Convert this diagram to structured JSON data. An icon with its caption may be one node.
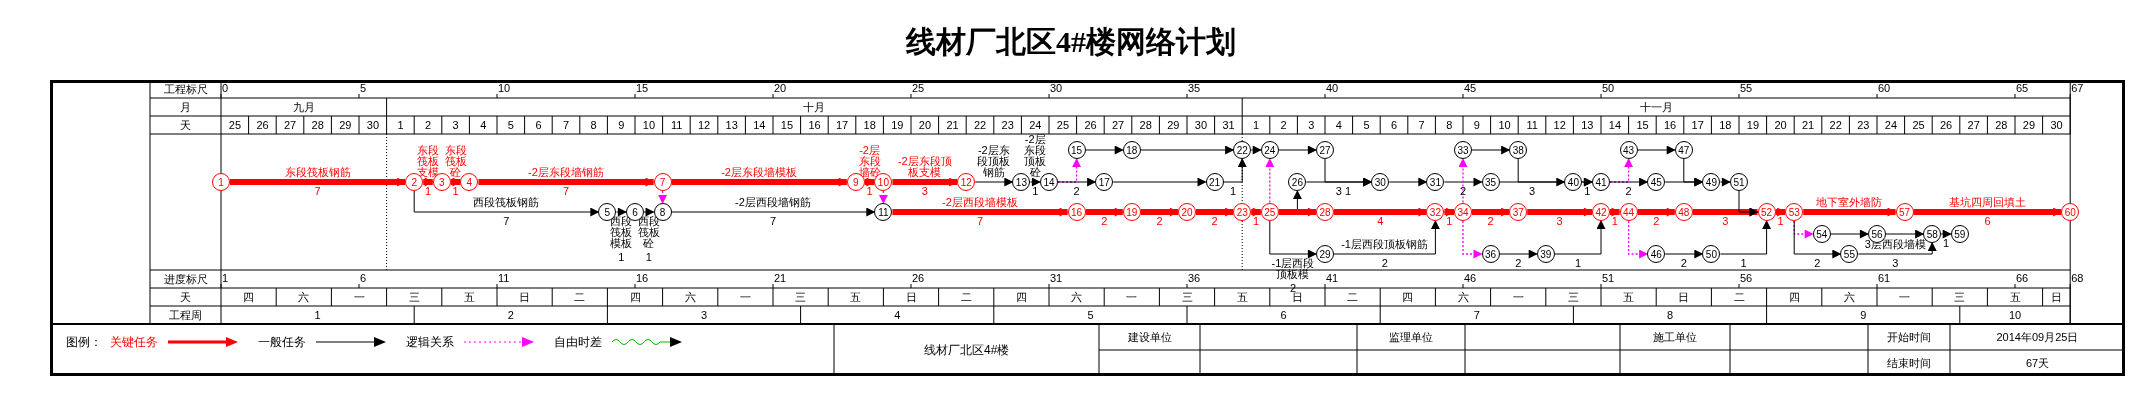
{
  "diagram": {
    "title": "线材厂北区4#楼网络计划",
    "nodes": [
      {
        "text": [
          "1"
        ]
      },
      {
        "text": [
          "2"
        ]
      },
      {
        "text": [
          "3"
        ]
      },
      {
        "text": [
          "4"
        ]
      },
      {
        "text": [
          "5"
        ]
      },
      {
        "text": [
          "6"
        ]
      },
      {
        "text": [
          "7"
        ]
      },
      {
        "text": [
          "8"
        ]
      },
      {
        "text": [
          "9"
        ]
      },
      {
        "text": [
          "10"
        ]
      },
      {
        "text": [
          "11"
        ]
      },
      {
        "text": [
          "12"
        ]
      },
      {
        "text": [
          "13"
        ]
      },
      {
        "text": [
          "14"
        ]
      },
      {
        "text": [
          "15"
        ]
      },
      {
        "text": [
          "16"
        ]
      },
      {
        "text": [
          "17"
        ]
      },
      {
        "text": [
          "18"
        ]
      },
      {
        "text": [
          "19"
        ]
      },
      {
        "text": [
          "20"
        ]
      },
      {
        "text": [
          "21"
        ]
      },
      {
        "text": [
          "22"
        ]
      },
      {
        "text": [
          "23"
        ]
      },
      {
        "text": [
          "24"
        ]
      },
      {
        "text": [
          "25"
        ]
      },
      {
        "text": [
          "26"
        ]
      },
      {
        "text": [
          "27"
        ]
      },
      {
        "text": [
          "28"
        ]
      },
      {
        "text": [
          "29"
        ]
      },
      {
        "text": [
          "30"
        ]
      },
      {
        "text": [
          "31"
        ]
      },
      {
        "text": [
          "32"
        ]
      },
      {
        "text": [
          "33"
        ]
      },
      {
        "text": [
          "34"
        ]
      },
      {
        "text": [
          "35"
        ]
      },
      {
        "text": [
          "36"
        ]
      },
      {
        "text": [
          "37"
        ]
      },
      {
        "text": [
          "38"
        ]
      },
      {
        "text": [
          "39"
        ]
      },
      {
        "text": [
          "40"
        ]
      },
      {
        "text": [
          "41"
        ]
      },
      {
        "text": [
          "42"
        ]
      },
      {
        "text": [
          "43"
        ]
      },
      {
        "text": [
          "44"
        ]
      },
      {
        "text": [
          "45"
        ]
      },
      {
        "text": [
          "46"
        ]
      },
      {
        "text": [
          "47"
        ]
      },
      {
        "text": [
          "48"
        ]
      },
      {
        "text": [
          "49"
        ]
      },
      {
        "text": [
          "50"
        ]
      },
      {
        "text": [
          "51"
        ]
      },
      {
        "text": [
          "52"
        ]
      },
      {
        "text": [
          "53"
        ]
      },
      {
        "text": [
          "54"
        ]
      },
      {
        "text": [
          "55"
        ]
      },
      {
        "text": [
          "56"
        ]
      },
      {
        "text": [
          "57"
        ]
      },
      {
        "text": [
          "58"
        ]
      },
      {
        "text": [
          "59"
        ]
      },
      {
        "text": [
          "60"
        ]
      }
    ],
    "edges": [
      {
        "from": 0,
        "to": 1,
        "arrow": "to",
        "label": "东段筏板钢筋 7",
        "style": "thick",
        "color": "#ff0000"
      },
      {
        "from": 1,
        "to": 2,
        "arrow": "to",
        "label": "东段筏板支模 1",
        "style": "thick",
        "color": "#ff0000"
      },
      {
        "from": 2,
        "to": 3,
        "arrow": "to",
        "label": "东段筏板砼 1",
        "style": "thick",
        "color": "#ff0000"
      },
      {
        "from": 1,
        "to": 4,
        "arrow": "to",
        "label": "西段筏板钢筋 7"
      },
      {
        "from": 3,
        "to": 6,
        "arrow": "to",
        "label": "-2层东段墙钢筋 7",
        "style": "thick",
        "color": "#ff0000"
      },
      {
        "from": 4,
        "to": 5,
        "arrow": "to",
        "label": "西段筏板模板 1"
      },
      {
        "from": 5,
        "to": 7,
        "arrow": "to",
        "label": "西段筏板砼 1"
      },
      {
        "from": 6,
        "to": 7,
        "arrow": "to",
        "style": "dashed",
        "color": "#ff00ff"
      },
      {
        "from": 6,
        "to": 8,
        "arrow": "to",
        "label": "-2层东段墙模板",
        "style": "thick",
        "color": "#ff0000"
      },
      {
        "from": 7,
        "to": 10,
        "arrow": "to",
        "label": "-2层西段墙钢筋 7"
      },
      {
        "from": 8,
        "to": 9,
        "arrow": "to",
        "label": "-2层东段墙砼 1",
        "style": "thick",
        "color": "#ff0000"
      },
      {
        "from": 9,
        "to": 10,
        "arrow": "to",
        "style": "dashed",
        "color": "#ff00ff"
      },
      {
        "from": 9,
        "to": 11,
        "arrow": "to",
        "label": "-2层东段顶板支模 3",
        "style": "thick",
        "color": "#ff0000"
      },
      {
        "from": 10,
        "to": 15,
        "arrow": "to",
        "label": "-2层西段墙模板 7",
        "style": "thick",
        "color": "#ff0000"
      },
      {
        "from": 11,
        "to": 12,
        "arrow": "to",
        "label": "-2层东段顶板钢筋"
      },
      {
        "from": 12,
        "to": 13,
        "arrow": "to",
        "label": "-2层东段顶板砼 1"
      },
      {
        "from": 13,
        "to": 14,
        "arrow": "to",
        "style": "dashed",
        "color": "#ff00ff"
      },
      {
        "from": 13,
        "to": 16,
        "arrow": "to",
        "label": "2"
      },
      {
        "from": 14,
        "to": 17,
        "arrow": "to"
      },
      {
        "from": 15,
        "to": 18,
        "arrow": "to",
        "label": "2",
        "style": "thick",
        "color": "#ff0000"
      },
      {
        "from": 16,
        "to": 20,
        "arrow": "to"
      },
      {
        "from": 17,
        "to": 21,
        "arrow": "to"
      },
      {
        "from": 18,
        "to": 19,
        "arrow": "to",
        "label": "2",
        "style": "thick",
        "color": "#ff0000"
      },
      {
        "from": 19,
        "to": 22,
        "arrow": "to",
        "label": "2",
        "style": "thick",
        "color": "#ff0000"
      },
      {
        "from": 20,
        "to": 21,
        "arrow": "to",
        "label": "1"
      },
      {
        "from": 22,
        "to": 23,
        "arrow": "to",
        "style": "dashed",
        "color": "#ff00ff"
      },
      {
        "from": 21,
        "to": 23,
        "arrow": "to"
      },
      {
        "from": 22,
        "to": 24,
        "arrow": "to",
        "label": "1",
        "style": "thick",
        "color": "#ff0000"
      },
      {
        "from": 23,
        "to": 26,
        "arrow": "to"
      },
      {
        "from": 24,
        "to": 25,
        "arrow": "to"
      },
      {
        "from": 24,
        "to": 27,
        "arrow": "to",
        "style": "thick",
        "color": "#ff0000"
      },
      {
        "from": 24,
        "to": 28,
        "arrow": "to",
        "label": "-1层西段顶板模 2"
      },
      {
        "from": 25,
        "to": 29,
        "arrow": "to",
        "label": "3"
      },
      {
        "from": 26,
        "to": 29,
        "arrow": "to",
        "label": "1"
      },
      {
        "from": 27,
        "to": 31,
        "arrow": "to",
        "label": "4",
        "style": "thick",
        "color": "#ff0000"
      },
      {
        "from": 28,
        "to": 31,
        "arrow": "to",
        "label": "-1层西段顶板钢筋 2"
      },
      {
        "from": 29,
        "to": 30,
        "arrow": "to"
      },
      {
        "from": 30,
        "to": 34,
        "arrow": "to",
        "label": "2"
      },
      {
        "from": 31,
        "to": 32,
        "arrow": "to",
        "style": "dashed",
        "color": "#ff00ff"
      },
      {
        "from": 31,
        "to": 33,
        "arrow": "to",
        "label": "1",
        "style": "thick",
        "color": "#ff0000"
      },
      {
        "from": 32,
        "to": 37,
        "arrow": "to"
      },
      {
        "from": 33,
        "to": 35,
        "arrow": "to",
        "style": "dashed",
        "color": "#ff00ff"
      },
      {
        "from": 33,
        "to": 36,
        "arrow": "to",
        "label": "2",
        "style": "thick",
        "color": "#ff0000"
      },
      {
        "from": 34,
        "to": 39,
        "arrow": "to",
        "label": "3"
      },
      {
        "from": 35,
        "to": 38,
        "arrow": "to",
        "label": "2"
      },
      {
        "from": 36,
        "to": 41,
        "arrow": "to",
        "label": "3",
        "style": "thick",
        "color": "#ff0000"
      },
      {
        "from": 37,
        "to": 40,
        "arrow": "to"
      },
      {
        "from": 38,
        "to": 41,
        "arrow": "to",
        "label": "1"
      },
      {
        "from": 39,
        "to": 40,
        "arrow": "to",
        "label": "1"
      },
      {
        "from": 40,
        "to": 42,
        "arrow": "to",
        "style": "dashed",
        "color": "#ff00ff"
      },
      {
        "from": 40,
        "to": 44,
        "arrow": "to",
        "label": "2"
      },
      {
        "from": 41,
        "to": 43,
        "arrow": "to",
        "label": "1",
        "style": "thick",
        "color": "#ff0000"
      },
      {
        "from": 42,
        "to": 46,
        "arrow": "to"
      },
      {
        "from": 43,
        "to": 45,
        "arrow": "to",
        "style": "dashed",
        "color": "#ff00ff"
      },
      {
        "from": 43,
        "to": 47,
        "arrow": "to",
        "label": "2",
        "style": "thick",
        "color": "#ff0000"
      },
      {
        "from": 44,
        "to": 48,
        "arrow": "to"
      },
      {
        "from": 45,
        "to": 49,
        "arrow": "to",
        "label": "2"
      },
      {
        "from": 46,
        "to": 48,
        "arrow": "to"
      },
      {
        "from": 47,
        "to": 51,
        "arrow": "to",
        "label": "3",
        "style": "thick",
        "color": "#ff0000"
      },
      {
        "from": 48,
        "to": 50,
        "arrow": "to"
      },
      {
        "from": 49,
        "to": 51,
        "arrow": "to",
        "label": "1"
      },
      {
        "from": 50,
        "to": 51,
        "arrow": "to"
      },
      {
        "from": 51,
        "to": 52,
        "arrow": "to",
        "label": "1",
        "style": "thick",
        "color": "#ff0000"
      },
      {
        "from": 52,
        "to": 53,
        "arrow": "to",
        "style": "dashed",
        "color": "#ff00ff"
      },
      {
        "from": 52,
        "to": 54,
        "arrow": "to",
        "label": "2"
      },
      {
        "from": 52,
        "to": 56,
        "arrow": "to",
        "label": "地下室外墙防",
        "style": "thick",
        "color": "#ff0000"
      },
      {
        "from": 53,
        "to": 55,
        "arrow": "to"
      },
      {
        "from": 54,
        "to": 57,
        "arrow": "to",
        "label": "3层西段墙模 3"
      },
      {
        "from": 55,
        "to": 57,
        "arrow": "to"
      },
      {
        "from": 56,
        "to": 59,
        "arrow": "to",
        "label": "基坑四周回填土 6",
        "style": "thick",
        "color": "#ff0000"
      },
      {
        "from": 57,
        "to": 58,
        "arrow": "to",
        "label": "1"
      }
    ],
    "labels": [
      "工程标尺",
      "0",
      "5",
      "10",
      "15",
      "20",
      "25",
      "30",
      "35",
      "40",
      "45",
      "50",
      "55",
      "60",
      "65",
      "67",
      "月",
      "九月",
      "十月",
      "十一月",
      "天",
      "25",
      "26",
      "27",
      "28",
      "29",
      "30",
      "1",
      "2",
      "3",
      "4",
      "5",
      "6",
      "7",
      "8",
      "9",
      "10",
      "11",
      "12",
      "13",
      "14",
      "15",
      "16",
      "17",
      "18",
      "19",
      "20",
      "21",
      "22",
      "23",
      "24",
      "25",
      "26",
      "27",
      "28",
      "29",
      "30",
      "31",
      "1",
      "2",
      "3",
      "4",
      "5",
      "6",
      "7",
      "8",
      "9",
      "10",
      "11",
      "12",
      "13",
      "14",
      "15",
      "16",
      "17",
      "18",
      "19",
      "20",
      "21",
      "22",
      "23",
      "24",
      "25",
      "26",
      "27",
      "28",
      "29",
      "30",
      "进度标尺",
      "1",
      "6",
      "11",
      "16",
      "21",
      "26",
      "31",
      "36",
      "41",
      "46",
      "51",
      "56",
      "61",
      "66",
      "68",
      "天",
      "四",
      "六",
      "一",
      "三",
      "五",
      "日",
      "二",
      "四",
      "六",
      "一",
      "三",
      "五",
      "日",
      "二",
      "四",
      "六",
      "一",
      "三",
      "五",
      "日",
      "二",
      "四",
      "六",
      "一",
      "三",
      "五",
      "日",
      "二",
      "四",
      "六",
      "一",
      "三",
      "五",
      "日",
      "工程周",
      "1",
      "2",
      "3",
      "4",
      "5",
      "6",
      "7",
      "8",
      "9",
      "10",
      "图例：",
      "线材厂北区4#楼",
      "建设单位",
      "监理单位",
      "施工单位",
      "开始时间",
      "2014年09月25日",
      "结束时间",
      "67天"
    ],
    "legend": [
      {
        "text": "关键任务"
      },
      {
        "text": "一般任务"
      },
      {
        "text": "逻辑关系"
      },
      {
        "text": "自由时差"
      }
    ]
  }
}
